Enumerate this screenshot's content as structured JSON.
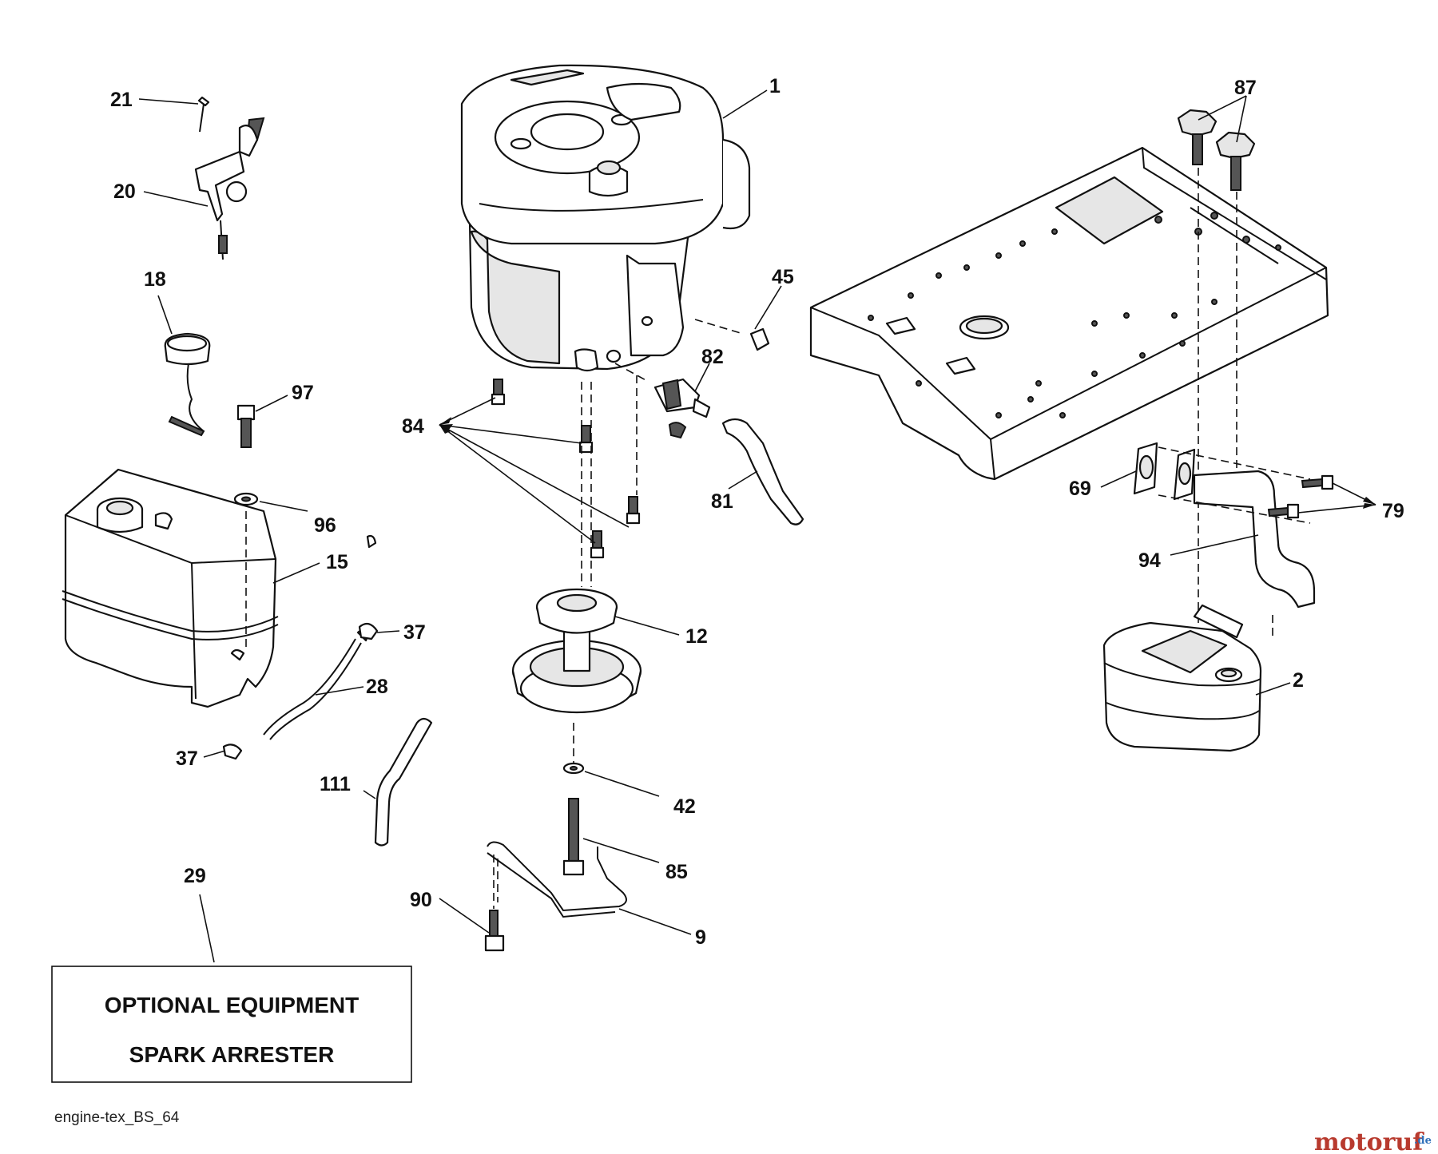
{
  "parts": {
    "p1": "1",
    "p2": "2",
    "p9": "9",
    "p12": "12",
    "p15": "15",
    "p18": "18",
    "p20": "20",
    "p21": "21",
    "p28": "28",
    "p29": "29",
    "p37a": "37",
    "p37b": "37",
    "p42": "42",
    "p45": "45",
    "p69": "69",
    "p79": "79",
    "p81": "81",
    "p82": "82",
    "p84": "84",
    "p85": "85",
    "p87": "87",
    "p90": "90",
    "p94": "94",
    "p96": "96",
    "p97": "97",
    "p111": "111"
  },
  "optional_box": {
    "line1": "OPTIONAL EQUIPMENT",
    "line2": "SPARK ARRESTER"
  },
  "footer": {
    "drawing_id": "engine-tex_BS_64"
  },
  "watermark": {
    "brand": "motoruf",
    "suffix": ".de",
    "colors": {
      "main": "#b83a2e",
      "accent": "#2e6fb8"
    }
  },
  "icons": [
    "engine-icon",
    "throttle-control-icon",
    "fuel-cap-icon",
    "fuel-tank-icon",
    "pulley-icon",
    "muffler-icon",
    "chassis-plate-icon",
    "bolt-icon",
    "hose-icon",
    "knob-icon"
  ]
}
